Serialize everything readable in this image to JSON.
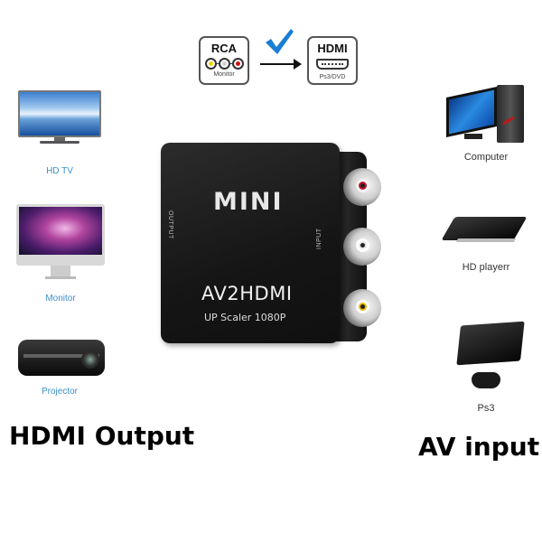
{
  "diagram": {
    "source_box": {
      "title": "RCA",
      "caption": "Monitor",
      "jack_colors": [
        "#f2d400",
        "#d0d0d0",
        "#d01010"
      ]
    },
    "target_box": {
      "title": "HDMI",
      "caption": "Ps3/DVD"
    },
    "check_color": "#1a7fd4"
  },
  "adapter": {
    "brand": "MINI",
    "model": "AV2HDMI",
    "subtitle": "UP Scaler 1080P",
    "left_side_label": "OUTPUT",
    "right_side_label": "INPUT",
    "jacks": [
      {
        "name": "red",
        "color": "#c8102e"
      },
      {
        "name": "white",
        "color": "#e6e6e6"
      },
      {
        "name": "yellow",
        "color": "#e8b800"
      }
    ]
  },
  "outputs": {
    "heading": "HDMI Output",
    "devices": [
      {
        "label": "HD TV"
      },
      {
        "label": "Monitor"
      },
      {
        "label": "Projector"
      }
    ]
  },
  "inputs": {
    "heading": "AV input",
    "devices": [
      {
        "label": "Computer"
      },
      {
        "label": "HD playerr"
      },
      {
        "label": "Ps3"
      }
    ]
  }
}
